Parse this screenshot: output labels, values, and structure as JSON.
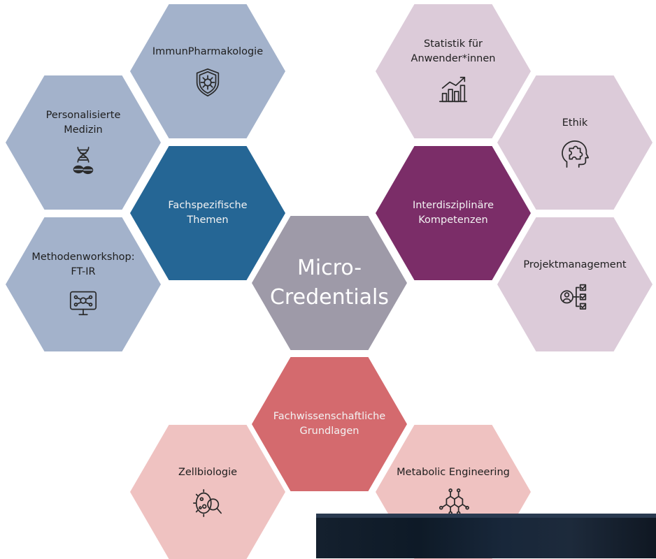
{
  "diagram": {
    "center": {
      "label": "Micro-\nCredentials",
      "color": "#9e9aa8"
    },
    "categories": [
      {
        "id": "fachspezifisch",
        "label": "Fachspezifische\nThemen",
        "color": "#256695"
      },
      {
        "id": "interdisziplinaer",
        "label": "Interdisziplinäre\nKompetenzen",
        "color": "#7b2d68"
      },
      {
        "id": "grundlagen",
        "label": "Fachwissenschaftliche\nGrundlagen",
        "color": "#d46a6e"
      }
    ],
    "topics": [
      {
        "id": "immunpharmakologie",
        "label": "ImmunPharmakologie",
        "icon": "shield-virus-icon",
        "category": "fachspezifisch",
        "color": "#a3b2cb"
      },
      {
        "id": "personalisierte-medizin",
        "label": "Personalisierte\nMedizin",
        "icon": "dna-pills-icon",
        "category": "fachspezifisch",
        "color": "#a3b2cb"
      },
      {
        "id": "methodenworkshop",
        "label": "Methodenworkshop:\nFT-IR",
        "icon": "monitor-molecule-icon",
        "category": "fachspezifisch",
        "color": "#a3b2cb"
      },
      {
        "id": "statistik",
        "label": "Statistik für\nAnwender*innen",
        "icon": "bar-chart-icon",
        "category": "interdisziplinaer",
        "color": "#dccbd9"
      },
      {
        "id": "ethik",
        "label": "Ethik",
        "icon": "head-puzzle-icon",
        "category": "interdisziplinaer",
        "color": "#dccbd9"
      },
      {
        "id": "projektmanagement",
        "label": "Projektmanagement",
        "icon": "person-checklist-icon",
        "category": "interdisziplinaer",
        "color": "#dccbd9"
      },
      {
        "id": "zellbiologie",
        "label": "Zellbiologie",
        "icon": "cell-magnifier-icon",
        "category": "grundlagen",
        "color": "#efc2c1"
      },
      {
        "id": "metabolic-engineering",
        "label": "Metabolic Engineering",
        "icon": "molecule-icon",
        "category": "grundlagen",
        "color": "#efc2c1"
      }
    ]
  }
}
